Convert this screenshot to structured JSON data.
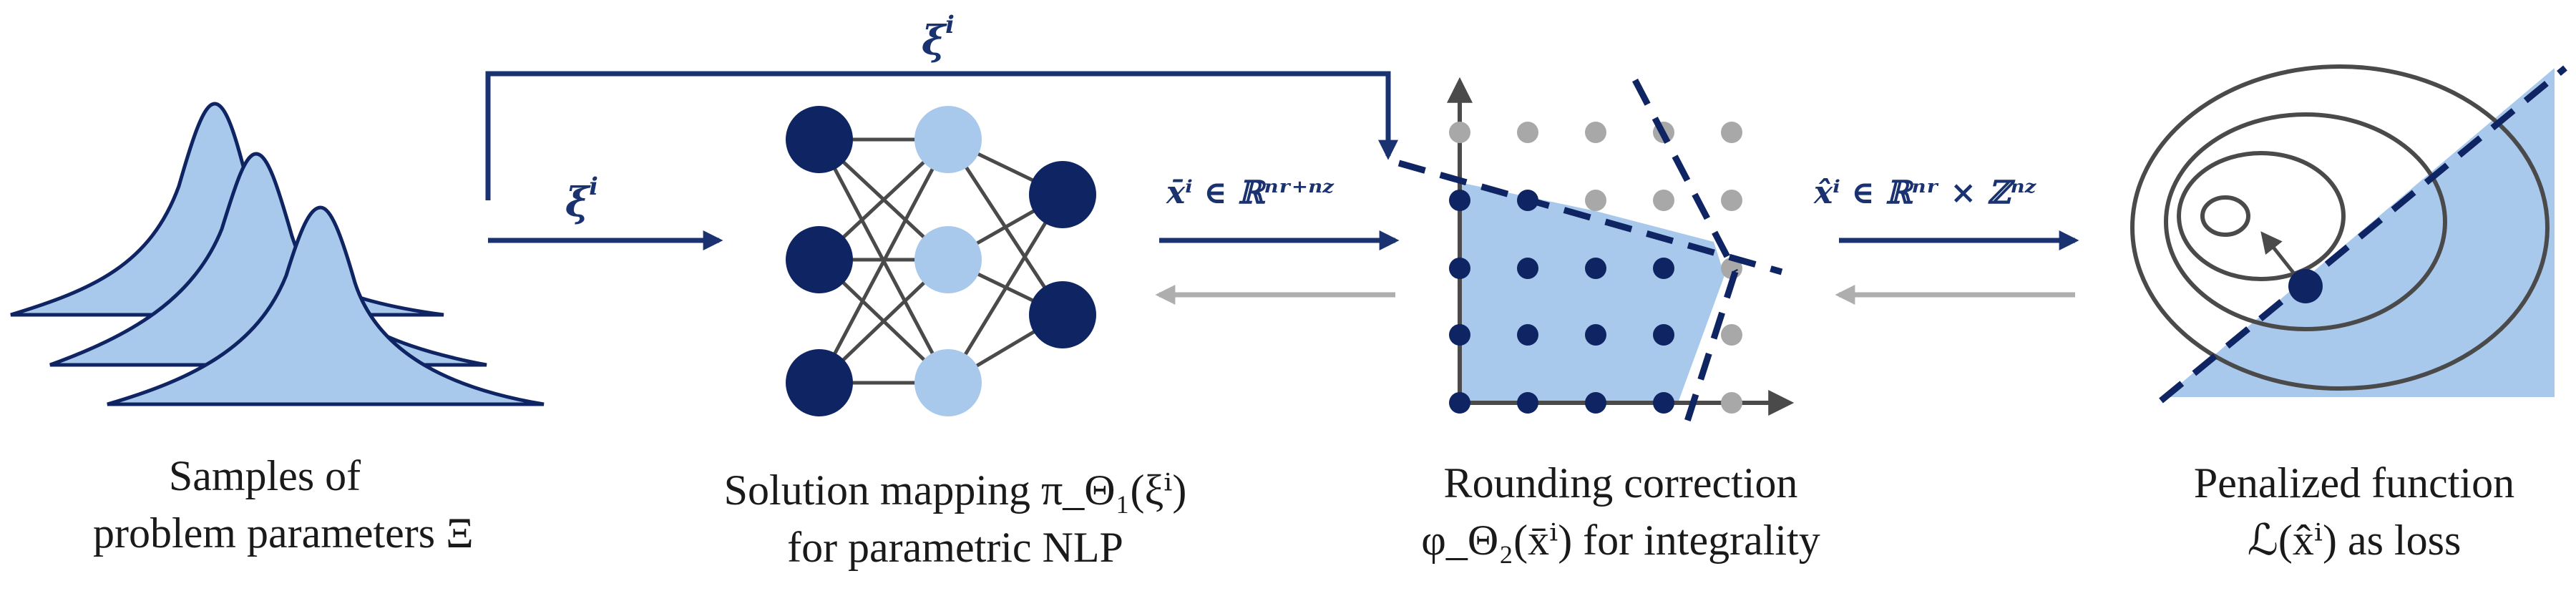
{
  "colors": {
    "navy": "#0f2462",
    "arrow": "#1a3370",
    "light_blue": "#a9c9ec",
    "gray_line": "#4a4a4a",
    "gray_dot": "#a8a8a8",
    "gray_arrow": "#aeaeae"
  },
  "labels": {
    "xi_top": "ξ",
    "xi_left": "ξ",
    "sup_i": "i",
    "xbar_label": "x̄ⁱ ∈ ℝⁿʳ⁺ⁿᶻ",
    "xhat_label": "x̂ⁱ ∈ ℝⁿʳ × ℤⁿᶻ"
  },
  "captions": {
    "samples_line1": "Samples of",
    "samples_line2": "problem parameters Ξ",
    "solution_line1": "Solution mapping π_Θ₁(ξⁱ)",
    "solution_line2": "for parametric NLP",
    "rounding_line1": "Rounding correction",
    "rounding_line2": "φ_Θ₂(x̄ⁱ) for integrality",
    "penalized_line1": "Penalized function",
    "penalized_line2": "ℒ(x̂ⁱ) as loss"
  }
}
